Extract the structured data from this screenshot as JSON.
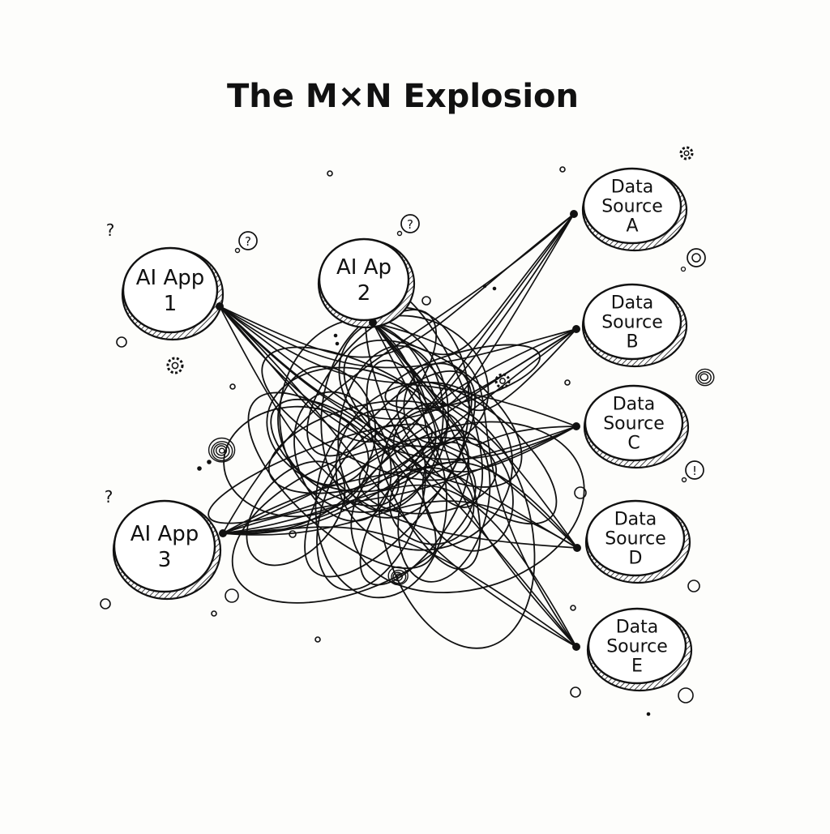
{
  "title": "The M×N Explosion",
  "apps": [
    {
      "label": [
        "AI App",
        "1"
      ]
    },
    {
      "label": [
        "AI Ap",
        "2"
      ]
    },
    {
      "label": [
        "AI App",
        "3"
      ]
    }
  ],
  "sources": [
    {
      "label": [
        "Data",
        "Source",
        "A"
      ]
    },
    {
      "label": [
        "Data",
        "Source",
        "B"
      ]
    },
    {
      "label": [
        "Data",
        "Source",
        "C"
      ]
    },
    {
      "label": [
        "Data",
        "Source",
        "D"
      ]
    },
    {
      "label": [
        "Data",
        "Source",
        "E"
      ]
    }
  ],
  "doodles": {
    "question_mark": "?",
    "exclamation_mark": "!"
  },
  "colors": {
    "ink": "#111111",
    "paper": "#fdfdfb"
  }
}
